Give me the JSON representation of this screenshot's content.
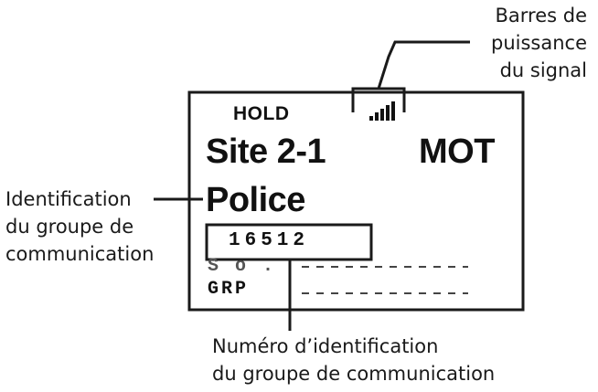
{
  "display": {
    "status": "HOLD",
    "site": "Site 2-1",
    "system": "MOT",
    "talkgroup_name": "Police",
    "talkgroup_id": "16512",
    "row2_label": "S o .",
    "row3_label": "GRP"
  },
  "callouts": {
    "signal_bars": [
      "Barres de",
      "puissance",
      "du signal"
    ],
    "talkgroup_identification": [
      "Identification",
      "du groupe de",
      "communication"
    ],
    "talkgroup_number": [
      "Numéro d’identification",
      "du groupe de communication"
    ]
  },
  "colors": {
    "lines": "#1a1a1a",
    "text": "#111111"
  }
}
